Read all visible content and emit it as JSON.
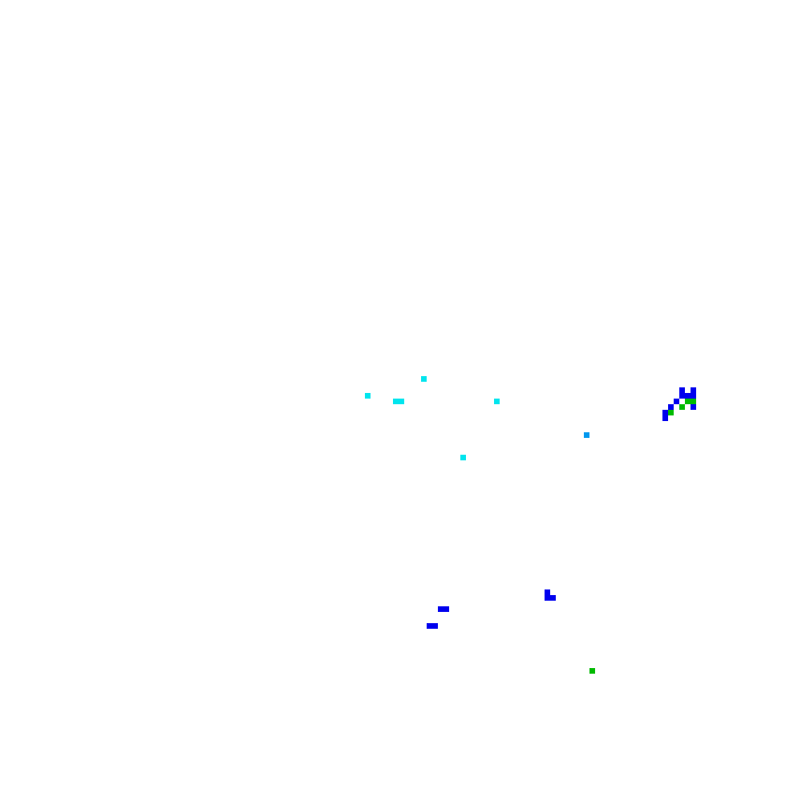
{
  "grid": {
    "background_color": "#ffffff",
    "palette": {
      "cyan": "#00e5ee",
      "azure": "#0099ee",
      "blue": "#0000ee",
      "green": "#00bb00"
    },
    "groups": [
      {
        "name": "cyan-cells",
        "color_key": "cyan",
        "cells": [
          [
            75,
            67
          ],
          [
            65,
            70
          ],
          [
            70,
            71
          ],
          [
            71,
            71
          ],
          [
            88,
            71
          ],
          [
            82,
            81
          ]
        ]
      },
      {
        "name": "azure-cells",
        "color_key": "azure",
        "cells": [
          [
            104,
            77
          ]
        ]
      },
      {
        "name": "blue-cells",
        "color_key": "blue",
        "cells": [
          [
            121,
            69
          ],
          [
            123,
            69
          ],
          [
            121,
            70
          ],
          [
            122,
            70
          ],
          [
            123,
            70
          ],
          [
            120,
            71
          ],
          [
            119,
            72
          ],
          [
            121,
            72
          ],
          [
            123,
            72
          ],
          [
            118,
            73
          ],
          [
            118,
            74
          ],
          [
            97,
            105
          ],
          [
            97,
            106
          ],
          [
            98,
            106
          ],
          [
            78,
            108
          ],
          [
            79,
            108
          ],
          [
            76,
            111
          ],
          [
            77,
            111
          ]
        ]
      },
      {
        "name": "green-cells",
        "color_key": "green",
        "cells": [
          [
            122,
            71
          ],
          [
            123,
            71
          ],
          [
            119,
            73
          ],
          [
            121,
            72
          ],
          [
            105,
            119
          ]
        ]
      }
    ]
  }
}
